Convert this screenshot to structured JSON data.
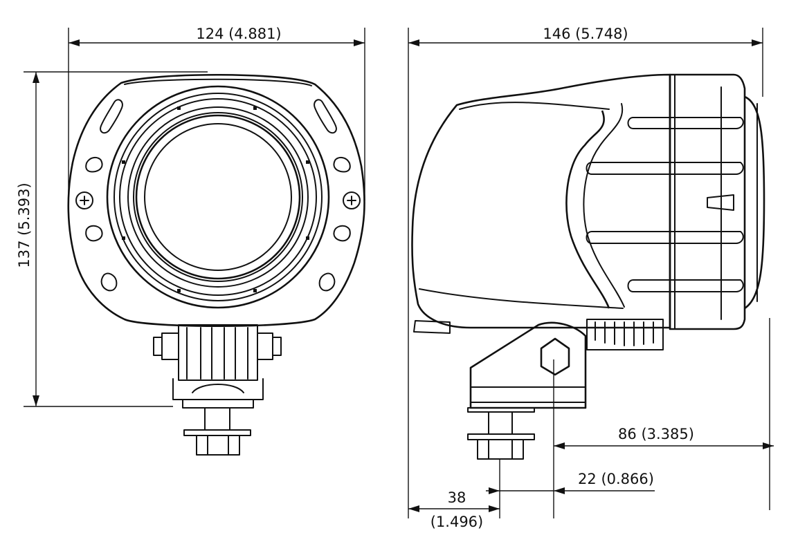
{
  "dimensions": {
    "front_width": "124 (4.881)",
    "front_height": "137 (5.393)",
    "side_length": "146 (5.748)",
    "mount_to_front": "86 (3.385)",
    "bolt_offset": "22 (0.866)",
    "bracket_depth_value": "38",
    "bracket_depth_inch": "(1.496)"
  }
}
